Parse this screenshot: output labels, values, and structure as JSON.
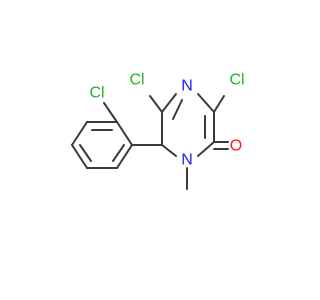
{
  "molecule": {
    "atoms": {
      "cl_top_left": "Cl",
      "cl_top_right": "Cl",
      "cl_phenyl": "Cl",
      "n_ring_top": "N",
      "n_ring_bottom": "N",
      "o_carbonyl": "O"
    },
    "colors": {
      "chlorine": "#22b422",
      "nitrogen": "#1d1df0",
      "oxygen": "#ff1a1a",
      "bond": "#3a3a3a"
    }
  }
}
